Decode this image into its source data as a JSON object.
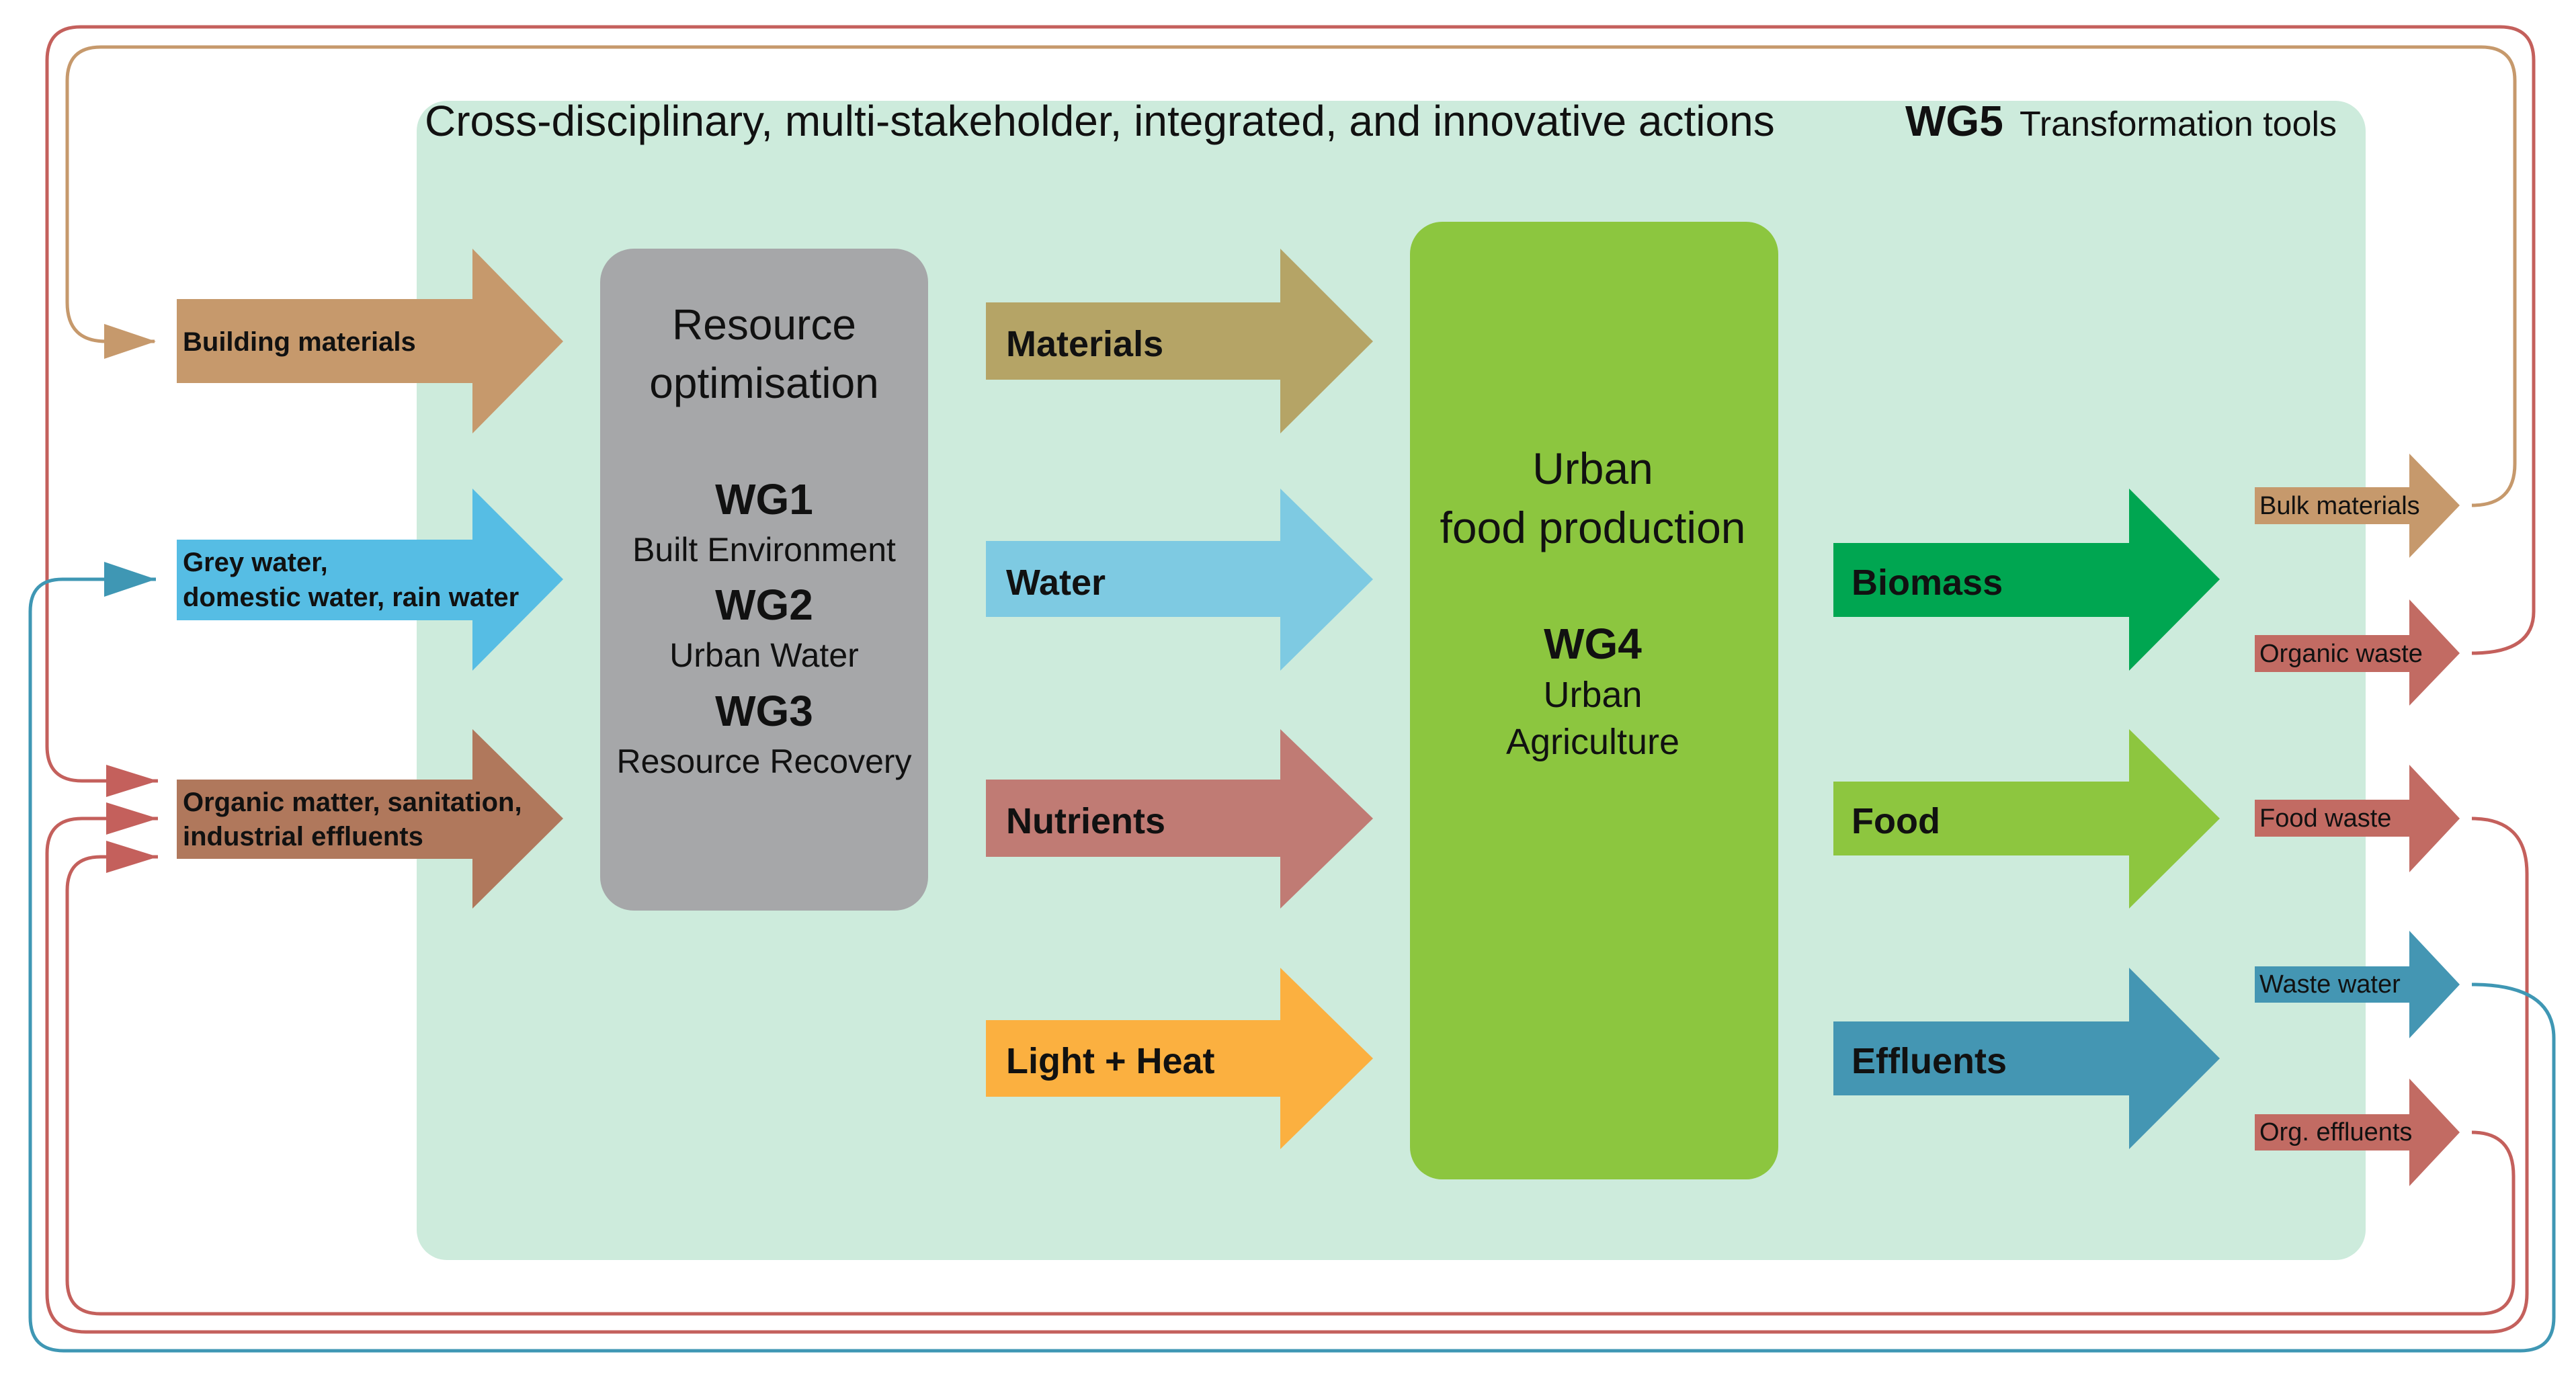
{
  "header": {
    "title": "Cross-disciplinary, multi-stakeholder, integrated, and innovative actions",
    "wg5_code": "WG5",
    "wg5_label": "Transformation tools"
  },
  "inputs": [
    {
      "label_lines": [
        "Building materials"
      ],
      "color": "#c6996c"
    },
    {
      "label_lines": [
        "Grey water,",
        "domestic water, rain water"
      ],
      "color": "#56bde4"
    },
    {
      "label_lines": [
        "Organic matter, sanitation,",
        "industrial effluents"
      ],
      "color": "#b0785c"
    }
  ],
  "optimisation_box": {
    "title_lines": [
      "Resource",
      "optimisation"
    ],
    "groups": [
      {
        "code": "WG1",
        "name": "Built Environment"
      },
      {
        "code": "WG2",
        "name": "Urban Water"
      },
      {
        "code": "WG3",
        "name": "Resource Recovery"
      }
    ],
    "color": "#a6a7a9"
  },
  "middle_flows": [
    {
      "label": "Materials",
      "color": "#b5a466"
    },
    {
      "label": "Water",
      "color": "#7ecae2"
    },
    {
      "label": "Nutrients",
      "color": "#c07b74"
    },
    {
      "label": "Light + Heat",
      "color": "#fbb040"
    }
  ],
  "food_box": {
    "title_lines": [
      "Urban",
      "food production"
    ],
    "code": "WG4",
    "name_lines": [
      "Urban",
      "Agriculture"
    ],
    "color": "#8cc63f"
  },
  "outputs": [
    {
      "label": "Biomass",
      "color": "#00a651"
    },
    {
      "label": "Food",
      "color": "#8dc63f"
    },
    {
      "label": "Effluents",
      "color": "#4496b3"
    }
  ],
  "returns": [
    {
      "label": "Bulk materials",
      "color": "#c6996c"
    },
    {
      "label": "Organic waste",
      "color": "#c26b63"
    },
    {
      "label": "Food waste",
      "color": "#c26b63"
    },
    {
      "label": "Waste water",
      "color": "#4496b3"
    },
    {
      "label": "Org. effluents",
      "color": "#c26b63"
    }
  ],
  "colors": {
    "background_panel": "#cdebdc",
    "loop_red": "#c4605c",
    "loop_tan": "#c6996c",
    "loop_blue": "#3f97b4"
  }
}
